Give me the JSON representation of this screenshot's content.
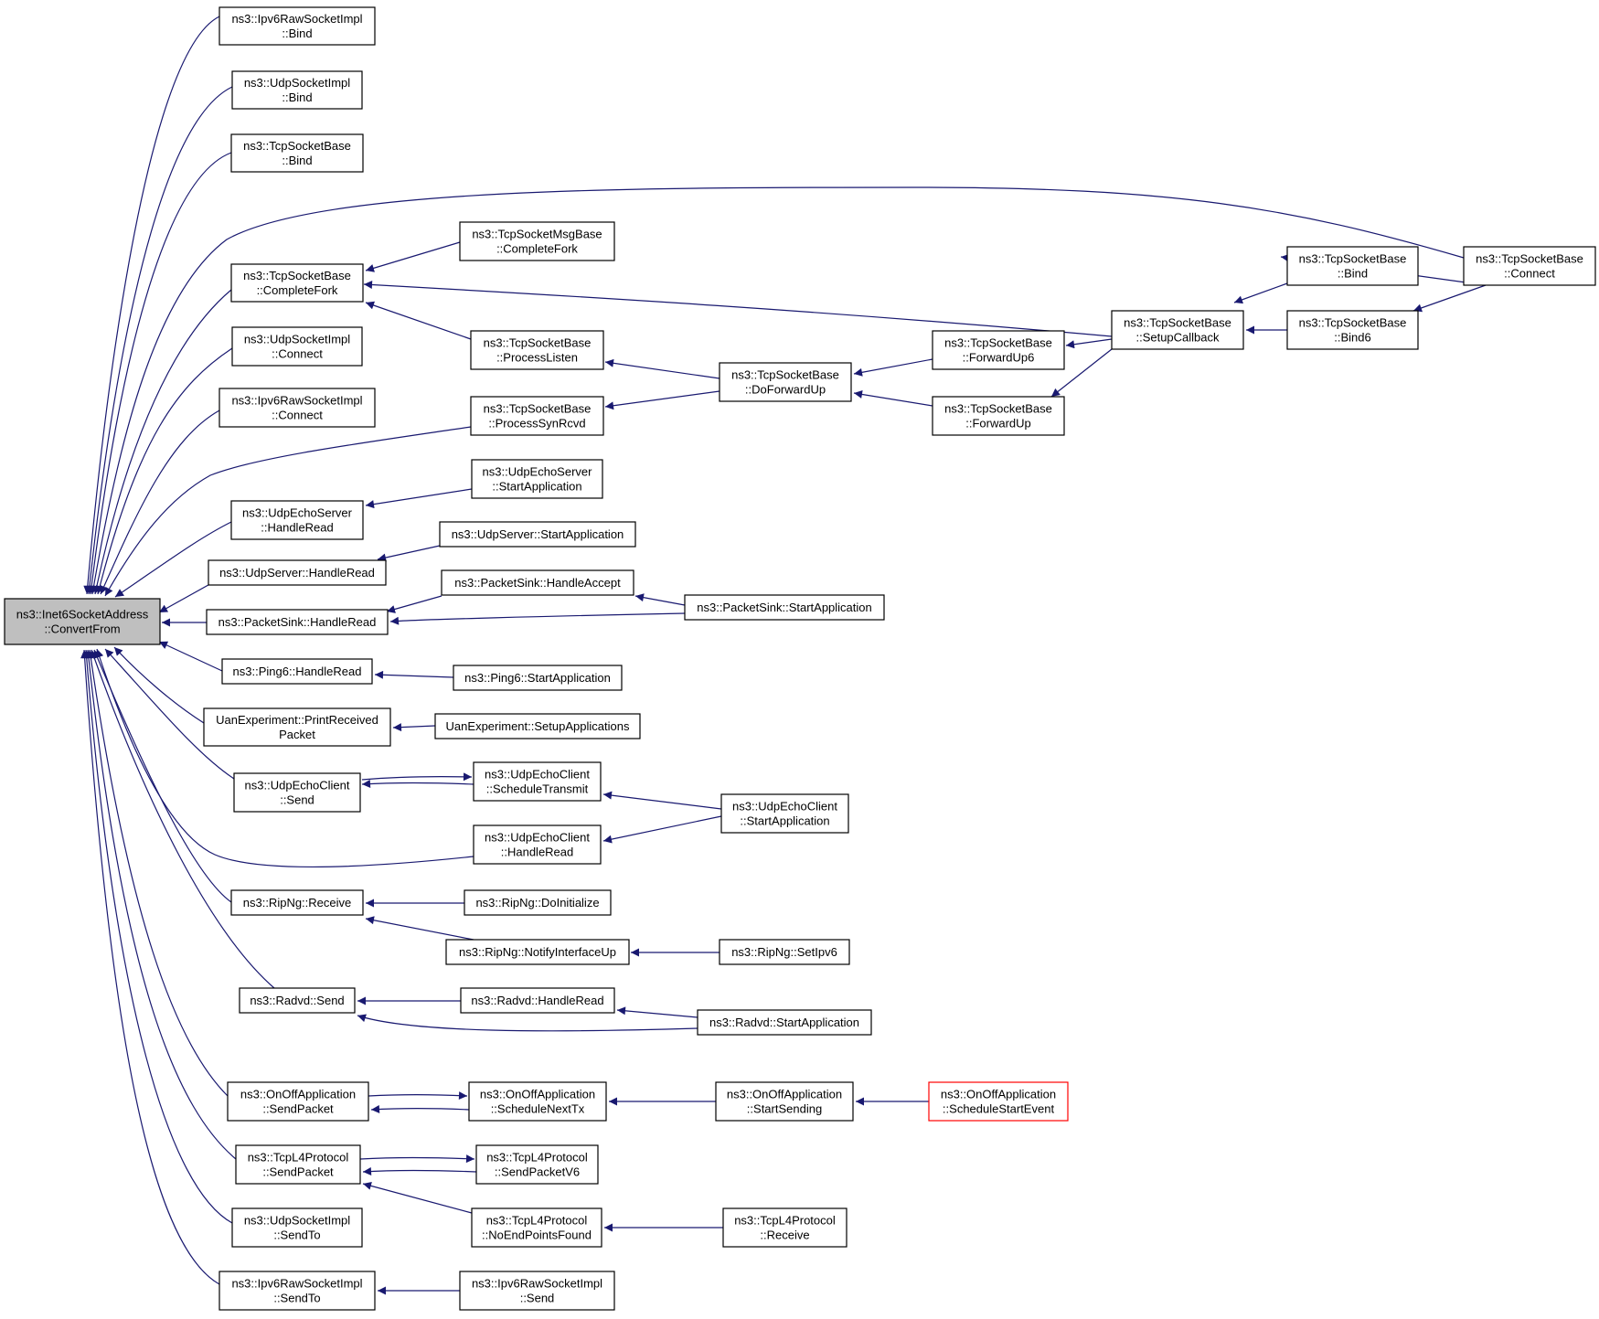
{
  "colors": {
    "edge": "#191970",
    "root_fill": "#bfbfbf",
    "highlight_border": "#ff0000",
    "node_border": "#000000"
  },
  "nodes": [
    {
      "id": "root",
      "lines": [
        "ns3::Inet6SocketAddress",
        "::ConvertFrom"
      ],
      "style": "root"
    },
    {
      "id": "ipv6raw_bind",
      "lines": [
        "ns3::Ipv6RawSocketImpl",
        "::Bind"
      ]
    },
    {
      "id": "udpimpl_bind",
      "lines": [
        "ns3::UdpSocketImpl",
        "::Bind"
      ]
    },
    {
      "id": "tcpbase_bind_l",
      "lines": [
        "ns3::TcpSocketBase",
        "::Bind"
      ]
    },
    {
      "id": "tcpbase_completefork",
      "lines": [
        "ns3::TcpSocketBase",
        "::CompleteFork"
      ]
    },
    {
      "id": "udpimpl_connect",
      "lines": [
        "ns3::UdpSocketImpl",
        "::Connect"
      ]
    },
    {
      "id": "ipv6raw_connect",
      "lines": [
        "ns3::Ipv6RawSocketImpl",
        "::Connect"
      ]
    },
    {
      "id": "udpechoserver_handleread",
      "lines": [
        "ns3::UdpEchoServer",
        "::HandleRead"
      ]
    },
    {
      "id": "udpserver_handleread",
      "lines": [
        "ns3::UdpServer::HandleRead"
      ]
    },
    {
      "id": "packetsink_handleread",
      "lines": [
        "ns3::PacketSink::HandleRead"
      ]
    },
    {
      "id": "ping6_handleread",
      "lines": [
        "ns3::Ping6::HandleRead"
      ]
    },
    {
      "id": "uan_printreceived",
      "lines": [
        "UanExperiment::PrintReceived",
        "Packet"
      ]
    },
    {
      "id": "udpechoclient_send",
      "lines": [
        "ns3::UdpEchoClient",
        "::Send"
      ]
    },
    {
      "id": "ripng_receive",
      "lines": [
        "ns3::RipNg::Receive"
      ]
    },
    {
      "id": "radvd_send",
      "lines": [
        "ns3::Radvd::Send"
      ]
    },
    {
      "id": "onoff_sendpacket",
      "lines": [
        "ns3::OnOffApplication",
        "::SendPacket"
      ]
    },
    {
      "id": "tcpl4_sendpacket",
      "lines": [
        "ns3::TcpL4Protocol",
        "::SendPacket"
      ]
    },
    {
      "id": "udpimpl_sendto",
      "lines": [
        "ns3::UdpSocketImpl",
        "::SendTo"
      ]
    },
    {
      "id": "ipv6raw_sendto",
      "lines": [
        "ns3::Ipv6RawSocketImpl",
        "::SendTo"
      ]
    },
    {
      "id": "tcpmsg_completefork",
      "lines": [
        "ns3::TcpSocketMsgBase",
        "::CompleteFork"
      ]
    },
    {
      "id": "tcpbase_processlisten",
      "lines": [
        "ns3::TcpSocketBase",
        "::ProcessListen"
      ]
    },
    {
      "id": "tcpbase_processsynrcvd",
      "lines": [
        "ns3::TcpSocketBase",
        "::ProcessSynRcvd"
      ]
    },
    {
      "id": "udpechoserver_start",
      "lines": [
        "ns3::UdpEchoServer",
        "::StartApplication"
      ]
    },
    {
      "id": "udpserver_start",
      "lines": [
        "ns3::UdpServer::StartApplication"
      ]
    },
    {
      "id": "packetsink_handleaccept",
      "lines": [
        "ns3::PacketSink::HandleAccept"
      ]
    },
    {
      "id": "ping6_start",
      "lines": [
        "ns3::Ping6::StartApplication"
      ]
    },
    {
      "id": "uan_setupapps",
      "lines": [
        "UanExperiment::SetupApplications"
      ]
    },
    {
      "id": "udpechoclient_scheduletransmit",
      "lines": [
        "ns3::UdpEchoClient",
        "::ScheduleTransmit"
      ]
    },
    {
      "id": "udpechoclient_handleread",
      "lines": [
        "ns3::UdpEchoClient",
        "::HandleRead"
      ]
    },
    {
      "id": "ripng_doinitialize",
      "lines": [
        "ns3::RipNg::DoInitialize"
      ]
    },
    {
      "id": "ripng_notifyinterfaceup",
      "lines": [
        "ns3::RipNg::NotifyInterfaceUp"
      ]
    },
    {
      "id": "radvd_handleread",
      "lines": [
        "ns3::Radvd::HandleRead"
      ]
    },
    {
      "id": "onoff_schedulenexttx",
      "lines": [
        "ns3::OnOffApplication",
        "::ScheduleNextTx"
      ]
    },
    {
      "id": "tcpl4_sendpacketv6",
      "lines": [
        "ns3::TcpL4Protocol",
        "::SendPacketV6"
      ]
    },
    {
      "id": "tcpl4_noendpointsfound",
      "lines": [
        "ns3::TcpL4Protocol",
        "::NoEndPointsFound"
      ]
    },
    {
      "id": "ipv6raw_send",
      "lines": [
        "ns3::Ipv6RawSocketImpl",
        "::Send"
      ]
    },
    {
      "id": "tcpbase_doforwardup",
      "lines": [
        "ns3::TcpSocketBase",
        "::DoForwardUp"
      ]
    },
    {
      "id": "packetsink_start",
      "lines": [
        "ns3::PacketSink::StartApplication"
      ]
    },
    {
      "id": "udpechoclient_start",
      "lines": [
        "ns3::UdpEchoClient",
        "::StartApplication"
      ]
    },
    {
      "id": "ripng_setipv6",
      "lines": [
        "ns3::RipNg::SetIpv6"
      ]
    },
    {
      "id": "radvd_start",
      "lines": [
        "ns3::Radvd::StartApplication"
      ]
    },
    {
      "id": "onoff_startsending",
      "lines": [
        "ns3::OnOffApplication",
        "::StartSending"
      ]
    },
    {
      "id": "tcpl4_receive",
      "lines": [
        "ns3::TcpL4Protocol",
        "::Receive"
      ]
    },
    {
      "id": "tcpbase_forwardup6",
      "lines": [
        "ns3::TcpSocketBase",
        "::ForwardUp6"
      ]
    },
    {
      "id": "tcpbase_forwardup",
      "lines": [
        "ns3::TcpSocketBase",
        "::ForwardUp"
      ]
    },
    {
      "id": "onoff_schedulestartevent",
      "lines": [
        "ns3::OnOffApplication",
        "::ScheduleStartEvent"
      ],
      "style": "red"
    },
    {
      "id": "tcpbase_setupcallback",
      "lines": [
        "ns3::TcpSocketBase",
        "::SetupCallback"
      ]
    },
    {
      "id": "tcpbase_bind_r",
      "lines": [
        "ns3::TcpSocketBase",
        "::Bind"
      ]
    },
    {
      "id": "tcpbase_bind6",
      "lines": [
        "ns3::TcpSocketBase",
        "::Bind6"
      ]
    },
    {
      "id": "tcpbase_connect",
      "lines": [
        "ns3::TcpSocketBase",
        "::Connect"
      ]
    }
  ],
  "edges": [
    {
      "from": "ipv6raw_bind",
      "to": "root"
    },
    {
      "from": "udpimpl_bind",
      "to": "root"
    },
    {
      "from": "tcpbase_bind_l",
      "to": "root"
    },
    {
      "from": "tcpbase_connect",
      "to": "root"
    },
    {
      "from": "tcpbase_completefork",
      "to": "root"
    },
    {
      "from": "udpimpl_connect",
      "to": "root"
    },
    {
      "from": "ipv6raw_connect",
      "to": "root"
    },
    {
      "from": "tcpbase_processsynrcvd",
      "to": "root"
    },
    {
      "from": "udpechoserver_handleread",
      "to": "root"
    },
    {
      "from": "udpserver_handleread",
      "to": "root"
    },
    {
      "from": "packetsink_handleread",
      "to": "root"
    },
    {
      "from": "ping6_handleread",
      "to": "root"
    },
    {
      "from": "uan_printreceived",
      "to": "root"
    },
    {
      "from": "udpechoclient_send",
      "to": "root"
    },
    {
      "from": "udpechoclient_handleread",
      "to": "root"
    },
    {
      "from": "ripng_receive",
      "to": "root"
    },
    {
      "from": "radvd_send",
      "to": "root"
    },
    {
      "from": "onoff_sendpacket",
      "to": "root"
    },
    {
      "from": "tcpl4_sendpacket",
      "to": "root"
    },
    {
      "from": "udpimpl_sendto",
      "to": "root"
    },
    {
      "from": "ipv6raw_sendto",
      "to": "root"
    },
    {
      "from": "tcpmsg_completefork",
      "to": "tcpbase_completefork"
    },
    {
      "from": "tcpbase_processlisten",
      "to": "tcpbase_completefork"
    },
    {
      "from": "tcpbase_setupcallback",
      "to": "tcpbase_completefork"
    },
    {
      "from": "tcpbase_doforwardup",
      "to": "tcpbase_processlisten"
    },
    {
      "from": "tcpbase_doforwardup",
      "to": "tcpbase_processsynrcvd"
    },
    {
      "from": "tcpbase_forwardup6",
      "to": "tcpbase_doforwardup"
    },
    {
      "from": "tcpbase_forwardup",
      "to": "tcpbase_doforwardup"
    },
    {
      "from": "tcpbase_setupcallback",
      "to": "tcpbase_forwardup6"
    },
    {
      "from": "tcpbase_setupcallback",
      "to": "tcpbase_forwardup"
    },
    {
      "from": "tcpbase_bind_r",
      "to": "tcpbase_setupcallback"
    },
    {
      "from": "tcpbase_bind6",
      "to": "tcpbase_setupcallback"
    },
    {
      "from": "tcpbase_connect",
      "to": "tcpbase_bind_r"
    },
    {
      "from": "tcpbase_connect",
      "to": "tcpbase_bind6"
    },
    {
      "from": "udpechoserver_start",
      "to": "udpechoserver_handleread"
    },
    {
      "from": "udpserver_start",
      "to": "udpserver_handleread"
    },
    {
      "from": "packetsink_handleaccept",
      "to": "packetsink_handleread"
    },
    {
      "from": "packetsink_start",
      "to": "packetsink_handleread"
    },
    {
      "from": "packetsink_start",
      "to": "packetsink_handleaccept"
    },
    {
      "from": "ping6_start",
      "to": "ping6_handleread"
    },
    {
      "from": "uan_setupapps",
      "to": "uan_printreceived"
    },
    {
      "from": "udpechoclient_scheduletransmit",
      "to": "udpechoclient_send"
    },
    {
      "from": "udpechoclient_send",
      "to": "udpechoclient_scheduletransmit"
    },
    {
      "from": "udpechoclient_start",
      "to": "udpechoclient_scheduletransmit"
    },
    {
      "from": "udpechoclient_start",
      "to": "udpechoclient_handleread"
    },
    {
      "from": "ripng_doinitialize",
      "to": "ripng_receive"
    },
    {
      "from": "ripng_notifyinterfaceup",
      "to": "ripng_receive"
    },
    {
      "from": "ripng_setipv6",
      "to": "ripng_notifyinterfaceup"
    },
    {
      "from": "radvd_handleread",
      "to": "radvd_send"
    },
    {
      "from": "radvd_start",
      "to": "radvd_send"
    },
    {
      "from": "radvd_start",
      "to": "radvd_handleread"
    },
    {
      "from": "onoff_schedulenexttx",
      "to": "onoff_sendpacket"
    },
    {
      "from": "onoff_sendpacket",
      "to": "onoff_schedulenexttx"
    },
    {
      "from": "onoff_startsending",
      "to": "onoff_schedulenexttx"
    },
    {
      "from": "onoff_schedulestartevent",
      "to": "onoff_startsending"
    },
    {
      "from": "tcpl4_sendpacketv6",
      "to": "tcpl4_sendpacket"
    },
    {
      "from": "tcpl4_sendpacket",
      "to": "tcpl4_sendpacketv6"
    },
    {
      "from": "tcpl4_noendpointsfound",
      "to": "tcpl4_sendpacket"
    },
    {
      "from": "tcpl4_receive",
      "to": "tcpl4_noendpointsfound"
    },
    {
      "from": "ipv6raw_send",
      "to": "ipv6raw_sendto"
    }
  ]
}
